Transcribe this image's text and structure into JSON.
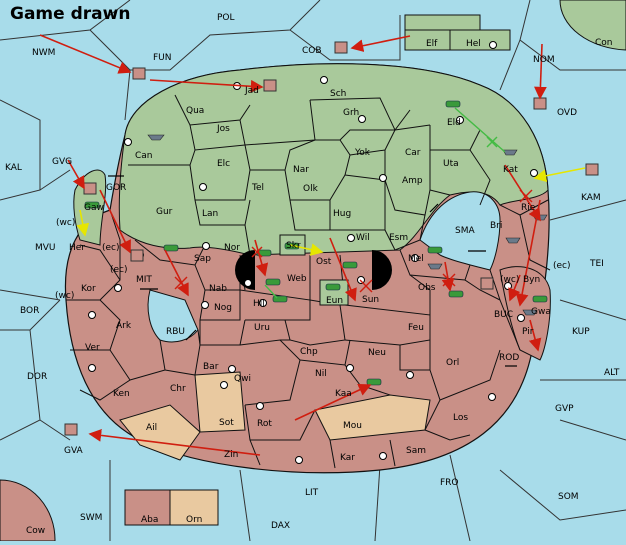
{
  "status": "Game drawn",
  "colors": {
    "sea": "#a8dcea",
    "green": "#a9c99b",
    "red": "#c99087",
    "tan": "#e9c9a0",
    "border": "#111111",
    "order_move": "#d01e10",
    "order_support": "#e6e600",
    "order_convoy": "#44bb44"
  },
  "labels": {
    "POL": "POL",
    "NWM": "NWM",
    "FUN": "FUN",
    "COB": "COB",
    "Elf": "Elf",
    "Hel": "Hel",
    "Con": "Con",
    "NOM": "NOM",
    "OVD": "OVD",
    "Jad": "Jad",
    "Sch": "Sch",
    "Qua": "Qua",
    "Jos": "Jos",
    "Grh": "Grh",
    "Eld": "Eld",
    "Can": "Can",
    "Yok": "Yok",
    "Car": "Car",
    "Elc": "Elc",
    "Nar": "Nar",
    "Uta": "Uta",
    "KAL": "KAL",
    "GVG": "GVG",
    "GOR": "GOR",
    "Tel": "Tel",
    "Olk": "Olk",
    "Amp": "Amp",
    "Kat": "Kat",
    "KAM": "KAM",
    "Gaw": "Gaw",
    "Gur": "Gur",
    "Lan": "Lan",
    "Hug": "Hug",
    "Rie": "Rie",
    "wc1": "(wc)",
    "Bri": "Bri",
    "MVU": "MVU",
    "Her": "Her",
    "ec1": "(ec)",
    "Nor": "Nor",
    "Skr": "Skr",
    "Wil": "Wil",
    "Esm": "Esm",
    "SMA": "SMA",
    "Sap": "Sap",
    "ec2": "(ec)",
    "Ost": "Ost",
    "Web": "Web",
    "Mel": "Mel",
    "TEI": "TEI",
    "MIT": "MIT",
    "wc2": "(wc)",
    "Byn": "Byn",
    "ec3": "(ec)",
    "Kor": "Kor",
    "wc3": "(wc)",
    "Nab": "Nab",
    "Eun": "Eun",
    "Sun": "Sun",
    "Obs": "Obs",
    "BOR": "BOR",
    "Hil": "Hil",
    "Nog": "Nog",
    "Gwa": "Gwa",
    "BUC": "BUC",
    "Ark": "Ark",
    "RBU": "RBU",
    "Uru": "Uru",
    "Feu": "Feu",
    "KUP": "KUP",
    "Pir": "Pir",
    "Ver": "Ver",
    "Chp": "Chp",
    "Neu": "Neu",
    "Orl": "Orl",
    "ROD": "ROD",
    "DOR": "DOR",
    "Bar": "Bar",
    "Qwi": "Qwi",
    "Nil": "Nil",
    "ALT": "ALT",
    "Ken": "Ken",
    "Chr": "Chr",
    "Kaa": "Kaa",
    "GVP": "GVP",
    "Sot": "Sot",
    "Rot": "Rot",
    "Los": "Los",
    "Ail": "Ail",
    "Mou": "Mou",
    "GVA": "GVA",
    "Zin": "Zin",
    "Kar": "Kar",
    "Sam": "Sam",
    "FRO": "FRO",
    "LIT": "LIT",
    "SOM": "SOM",
    "Aba": "Aba",
    "Orn": "Orn",
    "SWM": "SWM",
    "DAX": "DAX",
    "Cow": "Cow"
  }
}
